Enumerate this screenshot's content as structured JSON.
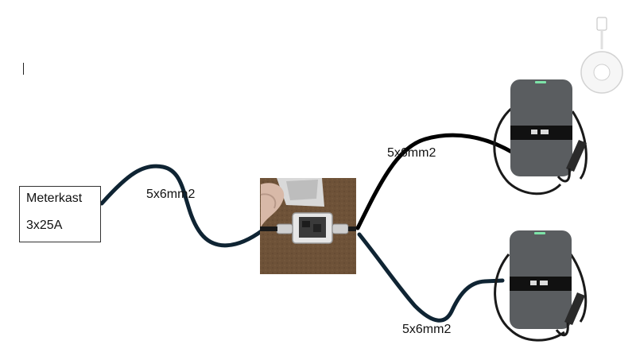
{
  "meter": {
    "title": "Meterkast",
    "rating": "3x25A"
  },
  "cables": {
    "to_junction": "5x6mm2",
    "to_charger_top": "5x6mm2",
    "to_charger_bottom": "5x6mm2"
  },
  "colors": {
    "cable_main": "#0f2433",
    "cable_top": "#000000",
    "charger_body": "#5a5d60",
    "charger_display": "#111111",
    "status_led": "#7de3a8",
    "soil": "#6e5238",
    "junction_box": "#e6e6e6"
  },
  "icons": {
    "charger": "ev-charger-icon",
    "rfid_card": "rfid-card-icon",
    "junction": "junction-box-photo"
  }
}
